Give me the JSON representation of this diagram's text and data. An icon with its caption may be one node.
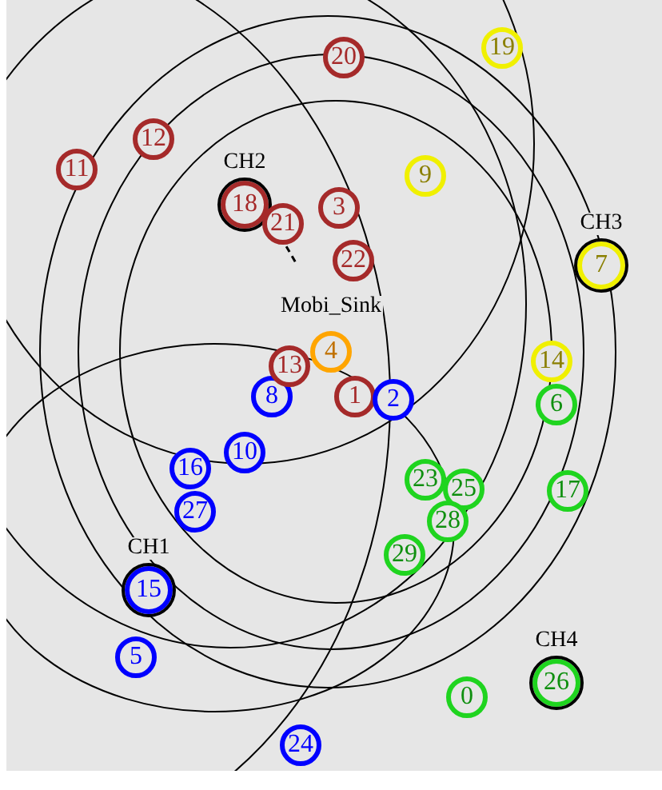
{
  "diagram": {
    "nodes": [
      {
        "text": [
          "0"
        ]
      },
      {
        "text": [
          "1"
        ]
      },
      {
        "text": [
          "2"
        ]
      },
      {
        "text": [
          "3"
        ]
      },
      {
        "text": [
          "4"
        ],
        "beside": [
          "Mobi_Sink"
        ]
      },
      {
        "text": [
          "5"
        ]
      },
      {
        "text": [
          "6"
        ]
      },
      {
        "text": [
          "7"
        ],
        "beside": [
          "CH3"
        ]
      },
      {
        "text": [
          "8"
        ]
      },
      {
        "text": [
          "9"
        ]
      },
      {
        "text": [
          "10"
        ]
      },
      {
        "text": [
          "11"
        ]
      },
      {
        "text": [
          "12"
        ]
      },
      {
        "text": [
          "13"
        ]
      },
      {
        "text": [
          "14"
        ]
      },
      {
        "text": [
          "15"
        ],
        "beside": [
          "CH1"
        ]
      },
      {
        "text": [
          "16"
        ]
      },
      {
        "text": [
          "17"
        ]
      },
      {
        "text": [
          "18"
        ],
        "beside": [
          "CH2"
        ]
      },
      {
        "text": [
          "19"
        ]
      },
      {
        "text": [
          "20"
        ]
      },
      {
        "text": [
          "21"
        ]
      },
      {
        "text": [
          "22"
        ]
      },
      {
        "text": [
          "23"
        ]
      },
      {
        "text": [
          "24"
        ]
      },
      {
        "text": [
          "25"
        ]
      },
      {
        "text": [
          "26"
        ],
        "beside": [
          "CH4"
        ]
      },
      {
        "text": [
          "27"
        ]
      },
      {
        "text": [
          "28"
        ]
      },
      {
        "text": [
          "29"
        ]
      }
    ]
  }
}
